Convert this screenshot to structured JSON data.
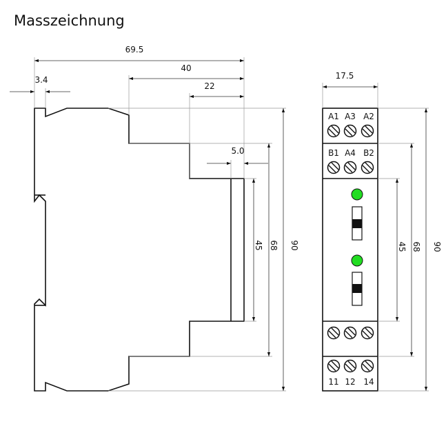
{
  "title": "Masszeichnung",
  "side_view": {
    "dimensions": {
      "overall_depth": "69.5",
      "front_depth": "40",
      "front_step": "22",
      "dip_width": "3.4",
      "front_face": "5.0",
      "h_front": "45",
      "h_mid": "68",
      "h_total": "90"
    }
  },
  "front_view": {
    "dimensions": {
      "width": "17.5",
      "h_front": "45",
      "h_mid": "68",
      "h_total": "90"
    },
    "terminals": {
      "top_row_1": [
        "A1",
        "A3",
        "A2"
      ],
      "top_row_2": [
        "B1",
        "A4",
        "B2"
      ],
      "bottom_row": [
        "11",
        "12",
        "14"
      ]
    },
    "led_color": "#22dd22"
  }
}
